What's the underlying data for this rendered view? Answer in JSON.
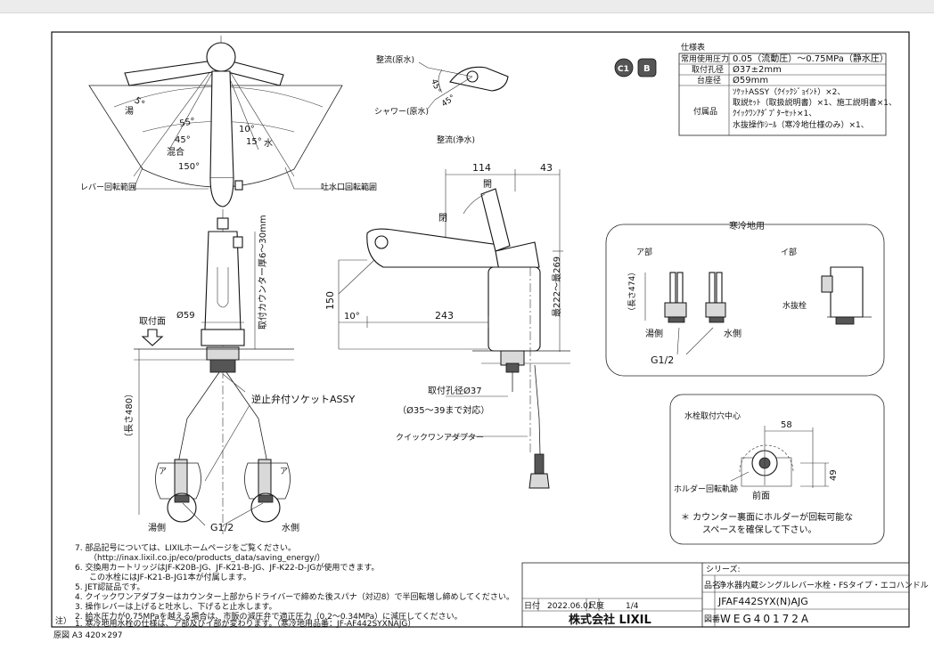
{
  "spec": {
    "title": "仕様表",
    "rows": [
      {
        "label": "常用使用圧力",
        "value": "0.05（流動圧）～0.75MPa（静水圧）"
      },
      {
        "label": "取付孔径",
        "value": "Ø37±2mm"
      },
      {
        "label": "台座径",
        "value": "Ø59mm"
      }
    ],
    "accessories_label": "付属品",
    "accessories": [
      "ｿｹｯﾄASSY（ｸｲｯｸｼﾞｮｲﾝﾄ）×2、",
      "取説ｾｯﾄ（取扱説明書）×1、施工説明書×1、",
      "ｸｲｯｸﾜﾝｱﾀﾞﾌﾟﾀｰｾｯﾄ×1、",
      "水抜操作ｼｰﾙ（寒冷地仕様のみ）×1、"
    ],
    "badge1": "C1",
    "badge2": "B"
  },
  "top_view": {
    "hot": "湯",
    "mix": "混合",
    "water": "水",
    "a5": "5°",
    "a55": "55°",
    "a45": "45°",
    "a10": "10°",
    "a15": "15°",
    "a150": "150°",
    "lever_range": "レバー回転範囲",
    "spout_range": "吐水口回転範囲"
  },
  "shower": {
    "seiryu_gen": "整流(原水)",
    "shower_gen": "シャワー(原水)",
    "seiryu_jou": "整流(浄水)",
    "a45a": "45°",
    "a45b": "45°"
  },
  "front": {
    "d59": "Ø59",
    "counter": "取付カウンター厚6～30mm",
    "mount_face": "取付面",
    "length480": "（長さ480）",
    "check_valve": "逆止弁付ソケットASSY",
    "a": "ア",
    "hot_side": "湯側",
    "water_side": "水側",
    "g12": "G1/2"
  },
  "side": {
    "d114": "114",
    "d43": "43",
    "open": "開",
    "close": "閉",
    "d150": "150",
    "d10": "10°",
    "d243": "243",
    "d269": "最222～最269",
    "hole": "取付孔径Ø37",
    "hole_range": "（Ø35～39まで対応）",
    "adapter": "クイックワンアダプター"
  },
  "cold": {
    "title": "寒冷地用",
    "a_part": "ア部",
    "i_part": "イ部",
    "len474": "（長さ474）",
    "drain": "水抜栓",
    "hot_side": "湯側",
    "water_side": "水側",
    "g12": "G1/2"
  },
  "holder": {
    "center": "水栓取付穴中心",
    "d58": "58",
    "d49": "49",
    "track": "ホルダー回転軌跡",
    "front": "前面",
    "note1": "＊ カウンター裏面にホルダーが回転可能な",
    "note2": "スペースを確保して下さい。"
  },
  "notes": [
    "7. 部品記号については、LIXILホームページをご覧ください。",
    "（http://inax.lixil.co.jp/eco/products_data/saving_energy/）",
    "6. 交換用カートリッジはJF-K20B-JG、JF-K21-B-JG、JF-K22-D-JGが使用できます。",
    "この水栓にはJF-K21-B-JG1本が付属します。",
    "5. JET認証品です。",
    "4. クイックワンアダプターはカウンター上部からドライバーで締めた後スパナ（対辺8）で半回転増し締めしてください。",
    "3. 操作レバーは上げると吐水し、下げると止水します。",
    "2. 給水圧力が0.75MPaを越える場合は、市販の減圧弁で適正圧力（0.2～0.34MPa）に減圧してください。",
    "1. 寒冷地用水栓の仕様は、ア部及びイ部が変わります。（寒冷地用品番：JF-AF442SYXNAJG）"
  ],
  "notes_label": "注）",
  "footer": "原図 A3 420×297",
  "title_block": {
    "series_label": "シリーズ:",
    "series": "浄水器内蔵シングルレバー水栓・FSタイプ・エコハンドル",
    "name_label": "品名",
    "model": "JFAF442SYX(N)AJG",
    "date_label": "日付",
    "date": "2022.06.01",
    "scale_label": "尺度",
    "scale": "1/4",
    "company": "株式会社 LIXIL",
    "drawing_label": "図番",
    "drawing": "WEG40172A"
  }
}
